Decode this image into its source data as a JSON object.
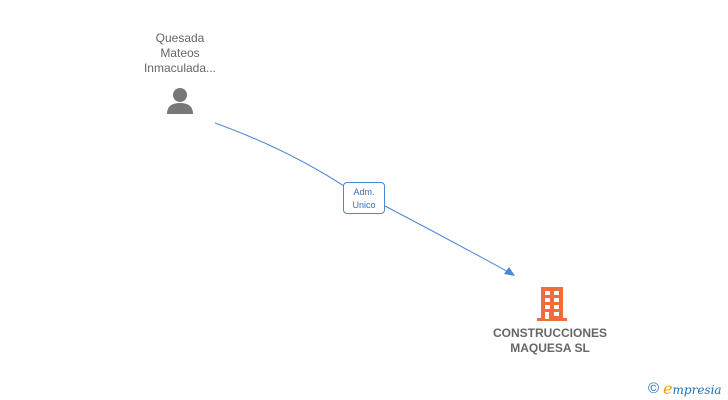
{
  "person": {
    "name_line1": "Quesada",
    "name_line2": "Mateos",
    "name_line3": "Inmaculada...",
    "icon": "person-icon"
  },
  "relation": {
    "role_line1": "Adm.",
    "role_line2": "Unico",
    "color": "#4a86d8"
  },
  "company": {
    "name_line1": "CONSTRUCCIONES",
    "name_line2": "MAQUESA SL",
    "icon": "building-icon",
    "color": "#f26b3a"
  },
  "footer": {
    "copyright_symbol": "©",
    "brand_initial": "e",
    "brand_rest": "mpresia"
  }
}
